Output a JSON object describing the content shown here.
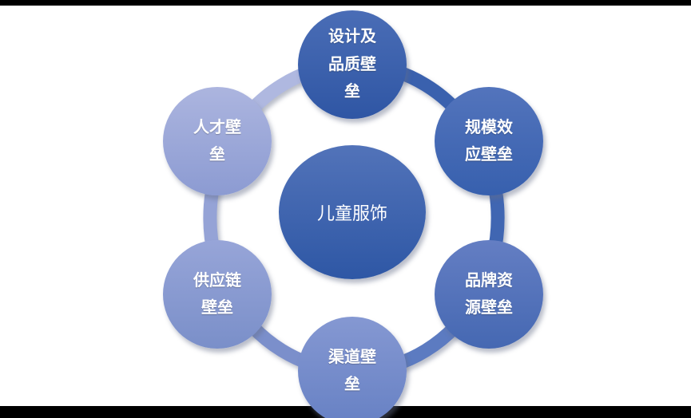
{
  "canvas": {
    "background": "#FFFFFF",
    "letterbox_color": "#000000"
  },
  "diagram": {
    "type": "radial-cycle",
    "center": {
      "label": "儿童服饰",
      "color_top": "#5273B9",
      "color_bottom": "#2E57A5",
      "text_color": "#FFFFFF"
    },
    "nodes": [
      {
        "id": "design-quality-barrier",
        "label": "设计及\n品质壁\n垒",
        "color_top": "#4A6DB6",
        "color_bottom": "#2F56A4"
      },
      {
        "id": "scale-effect-barrier",
        "label": "规模效\n应壁垒",
        "color_top": "#5374BC",
        "color_bottom": "#3760AE"
      },
      {
        "id": "brand-resource-barrier",
        "label": "品牌资\n源壁垒",
        "color_top": "#647EC3",
        "color_bottom": "#4568B2"
      },
      {
        "id": "channel-barrier",
        "label": "渠道壁\n垒",
        "color_top": "#8598D2",
        "color_bottom": "#6781C4"
      },
      {
        "id": "supply-chain-barrier",
        "label": "供应链\n壁垒",
        "color_top": "#97A5D8",
        "color_bottom": "#7A8FC9"
      },
      {
        "id": "talent-barrier",
        "label": "人才壁\n垒",
        "color_top": "#ACB5DF",
        "color_bottom": "#8C9BD2"
      }
    ],
    "ring": {
      "segments": [
        {
          "from": "design-quality-barrier",
          "to": "scale-effect-barrier",
          "color": "#3A61AE"
        },
        {
          "from": "scale-effect-barrier",
          "to": "brand-resource-barrier",
          "color": "#4066B2"
        },
        {
          "from": "brand-resource-barrier",
          "to": "channel-barrier",
          "color": "#5C7BC1"
        },
        {
          "from": "channel-barrier",
          "to": "supply-chain-barrier",
          "color": "#7B8FCB"
        },
        {
          "from": "supply-chain-barrier",
          "to": "talent-barrier",
          "color": "#95A3D6"
        },
        {
          "from": "talent-barrier",
          "to": "design-quality-barrier",
          "color": "#AFB8E0"
        }
      ]
    }
  }
}
